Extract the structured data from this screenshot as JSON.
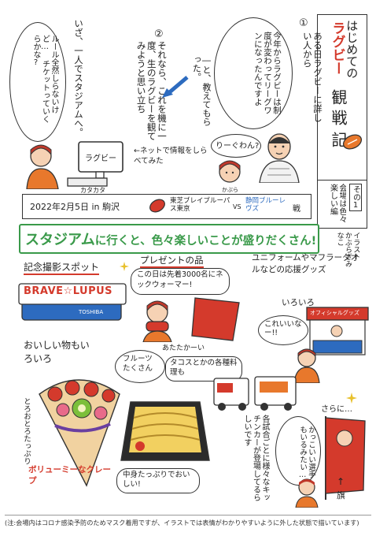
{
  "title": {
    "lines": [
      "はじめての",
      "ラグビー",
      "観",
      "戦",
      "記"
    ],
    "part_badge": "その1",
    "part_title": "会場は色々楽しい編"
  },
  "credit": {
    "label": "イラスト",
    "name": "かぶらぎみなこ"
  },
  "story": {
    "step1_mark": "①",
    "step1_text": "ある日ラグビーに詳しい人から",
    "quote1": "今年からラグビーは制度が変わってリーグワンになったんですよ",
    "step1_end": "―と、教えてもらった。",
    "reply": "りーぐわん?",
    "step2_mark": "②",
    "step2_text": "それなら、これを機に一度、生のラグビーを観てみようと思い立ち",
    "step2_end": "いざ、一人でスタジアムへ。",
    "thought": "ルール全然しらないけど… チケットっていくらかな?",
    "computer_screen": "ラグビー",
    "typing_sfx": "カタカタ",
    "net_caption": "←ネットで情報をしらべてみた",
    "char_label": "かぶら"
  },
  "match_banner": {
    "date": "2022年2月5日 in 駒沢",
    "team1": "東芝ブレイブルーパス東京",
    "vs": "VS",
    "team2": "静岡ブルーレヴズ",
    "suffix": "戦"
  },
  "headline": {
    "text_a": "スタジアム",
    "text_b": "に行くと、色々楽しいことが盛りだくさん!"
  },
  "spots": {
    "photo_title": "記念撮影スポット",
    "photo_sign": "BRAVE☆LUPUS",
    "photo_sub": "TOSHIBA",
    "present_title": "プレゼントの品",
    "present_note": "この日は先着3000名にネックウォーマー!",
    "present_warm": "あたたかーい",
    "goods_title": "ユニフォームやマフラータオルなどの応援グッズ",
    "goods_more": "いろいろ",
    "goods_shop": "オフィシャルグッズ",
    "goods_voice": "これいいなー!!",
    "food_title": "おいしい物もいろいろ",
    "food_fruit": "フルーツたくさん",
    "food_taco": "タコスとかの各種料理も",
    "crepe_side": "とろおとろたっぷり",
    "crepe_label": "ボリューミーなクレープ",
    "bento_label": "中身たっぷりでおいしい!",
    "kitchen_car": "各試合ごとに様々なキッチンカーが登場してるらしいです",
    "sarani": "さらに…",
    "player_flag": "かっこいい選手もいるみたい…",
    "flag": "旗",
    "flag_arrow": "↑"
  },
  "footnote": "(注:会場内はコロナ感染予防のためマスク着用ですが、イラストでは表情がわかりやすいように外した状態で描いています)",
  "colors": {
    "red": "#d43a2c",
    "green": "#3a9a4a",
    "blue": "#2d6bbf",
    "orange": "#e8782c",
    "pink": "#e86a8a"
  }
}
